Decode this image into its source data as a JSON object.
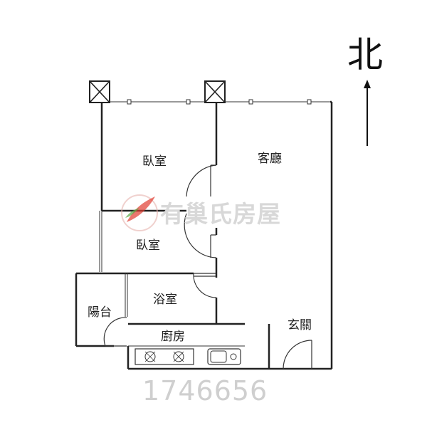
{
  "north": {
    "label": "北"
  },
  "rooms": {
    "bedroom_1": "臥室",
    "living_room": "客廳",
    "bedroom_2": "臥室",
    "balcony": "陽台",
    "bathroom": "浴室",
    "kitchen": "廚房",
    "entrance": "玄關"
  },
  "watermark": {
    "brand": "有巢氏房屋",
    "listing_id": "1746656"
  },
  "colors": {
    "wall": "#222222",
    "watermark_red": "#e03c31",
    "watermark_green": "#5aa845",
    "watermark_gray": "#d8d8d8"
  }
}
